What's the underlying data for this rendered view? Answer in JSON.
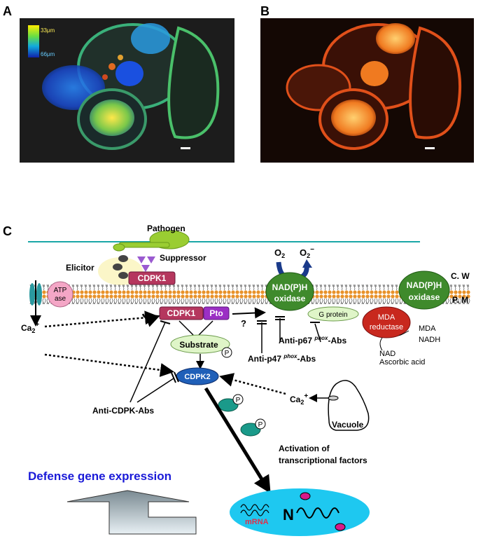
{
  "panels": {
    "a": {
      "label": "A",
      "legend_top": "33μm",
      "legend_bottom": "66μm"
    },
    "b": {
      "label": "B"
    },
    "c": {
      "label": "C"
    }
  },
  "diagram": {
    "pathogen": "Pathogen",
    "suppressor": "Suppressor",
    "elicitor": "Elicitor",
    "o2": "O",
    "o2_sub": "2",
    "o2_minus": "O",
    "o2_minus_sub": "2",
    "o2_minus_sup": "−",
    "cell_wall": "C. W",
    "plasma_membrane": "P. M",
    "atpase_1": "ATP",
    "atpase_2": "ase",
    "cdpk1_top": "CDPK1",
    "cdpk1": "CDPK1",
    "pto": "Pto",
    "question": "?",
    "nadph_oxidase_1a": "NAD(P)H",
    "nadph_oxidase_1b": "oxidase",
    "nadph_oxidase_2a": "NAD(P)H",
    "nadph_oxidase_2b": "oxidase",
    "g_protein": "G protein",
    "mda_reductase_1": "MDA",
    "mda_reductase_2": "reductase",
    "mda": "MDA",
    "nadh": "NADH",
    "nad": "NAD",
    "ascorbic_acid": "Ascorbic acid",
    "ca_left": "Ca",
    "ca_left_sub": "2",
    "ca_left_sup": "+",
    "substrate": "Substrate",
    "p": "P",
    "anti_p67_pre": "Anti-p67 ",
    "anti_p67_sup": "phox",
    "anti_p67_post": "-Abs",
    "anti_p47_pre": "Anti-p47 ",
    "anti_p47_sup": "phox",
    "anti_p47_post": "-Abs",
    "cdpk2": "CDPK2",
    "anti_cdpk": "Anti-CDPK-Abs",
    "ca_right": "Ca",
    "ca_right_sub": "2",
    "ca_right_sup": "+",
    "vacuole": "Vacuole",
    "activation_1": "Activation of",
    "activation_2": "transcriptional factors",
    "defense": "Defense gene expression",
    "mrna": "mRNA",
    "n": "N"
  },
  "colors": {
    "membrane_line": "#1aa7a7",
    "lipid_head": "#e8922a",
    "cdpk": "#b5375e",
    "pto": "#9b2fc4",
    "nadph": "#3f8a2c",
    "mda": "#c8281e",
    "cdpk2": "#1f5fb8",
    "nucleus": "#1ec8f0",
    "defense_text": "#1a1ad8",
    "mrna_text": "#e0304a"
  }
}
